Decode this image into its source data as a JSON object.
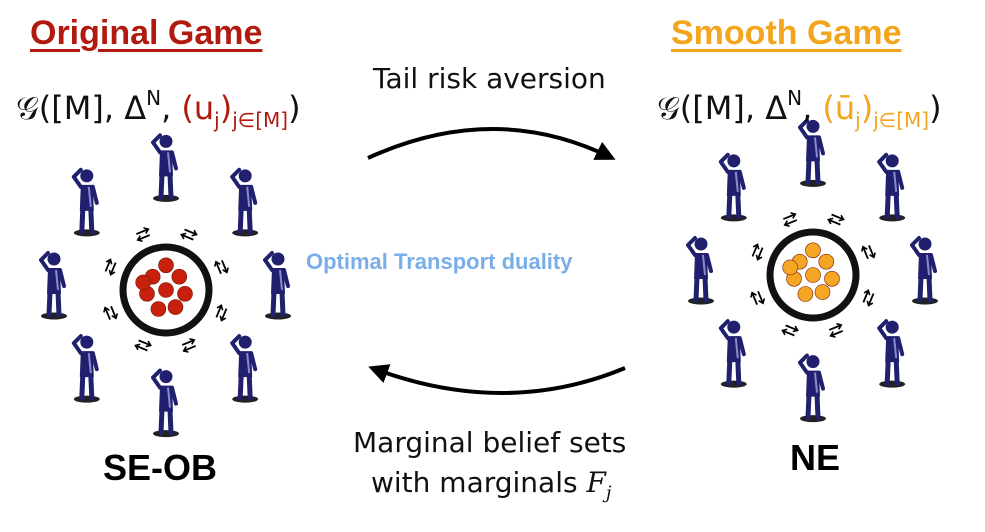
{
  "left": {
    "title": "Original Game",
    "title_color": "#b11a0e",
    "formula": {
      "prefix": "𝒢([M], Δ",
      "sup": "N",
      "mid": ", ",
      "util": "(u",
      "util_sub_j": "j",
      "util_close": ")",
      "index": "j∈[M]",
      "suffix": ")",
      "util_color": "#b11a0e"
    },
    "equilibrium": "SE-OB",
    "ball_color": "#c7200d"
  },
  "right": {
    "title": "Smooth Game",
    "title_color": "#f3a51c",
    "formula": {
      "prefix": "𝒢([M], Δ",
      "sup": "N",
      "mid": ", ",
      "util": "(ū",
      "util_sub_j": "j",
      "util_close": ")",
      "index": "j∈[M]",
      "suffix": ")",
      "util_color": "#f3a51c"
    },
    "equilibrium": "NE",
    "ball_color": "#f5a623"
  },
  "top_arrow_label": "Tail risk aversion",
  "center_label": "Optimal Transport duality",
  "center_label_color": "#7aaee8",
  "bottom_arrow_label": {
    "line1": "Marginal belief sets",
    "line2_prefix": "with marginals ",
    "line2_var": "F",
    "line2_sub": "j"
  },
  "colors": {
    "figure": "#20206e",
    "figure_accent": "#8a8ad0",
    "ring": "#111111"
  }
}
